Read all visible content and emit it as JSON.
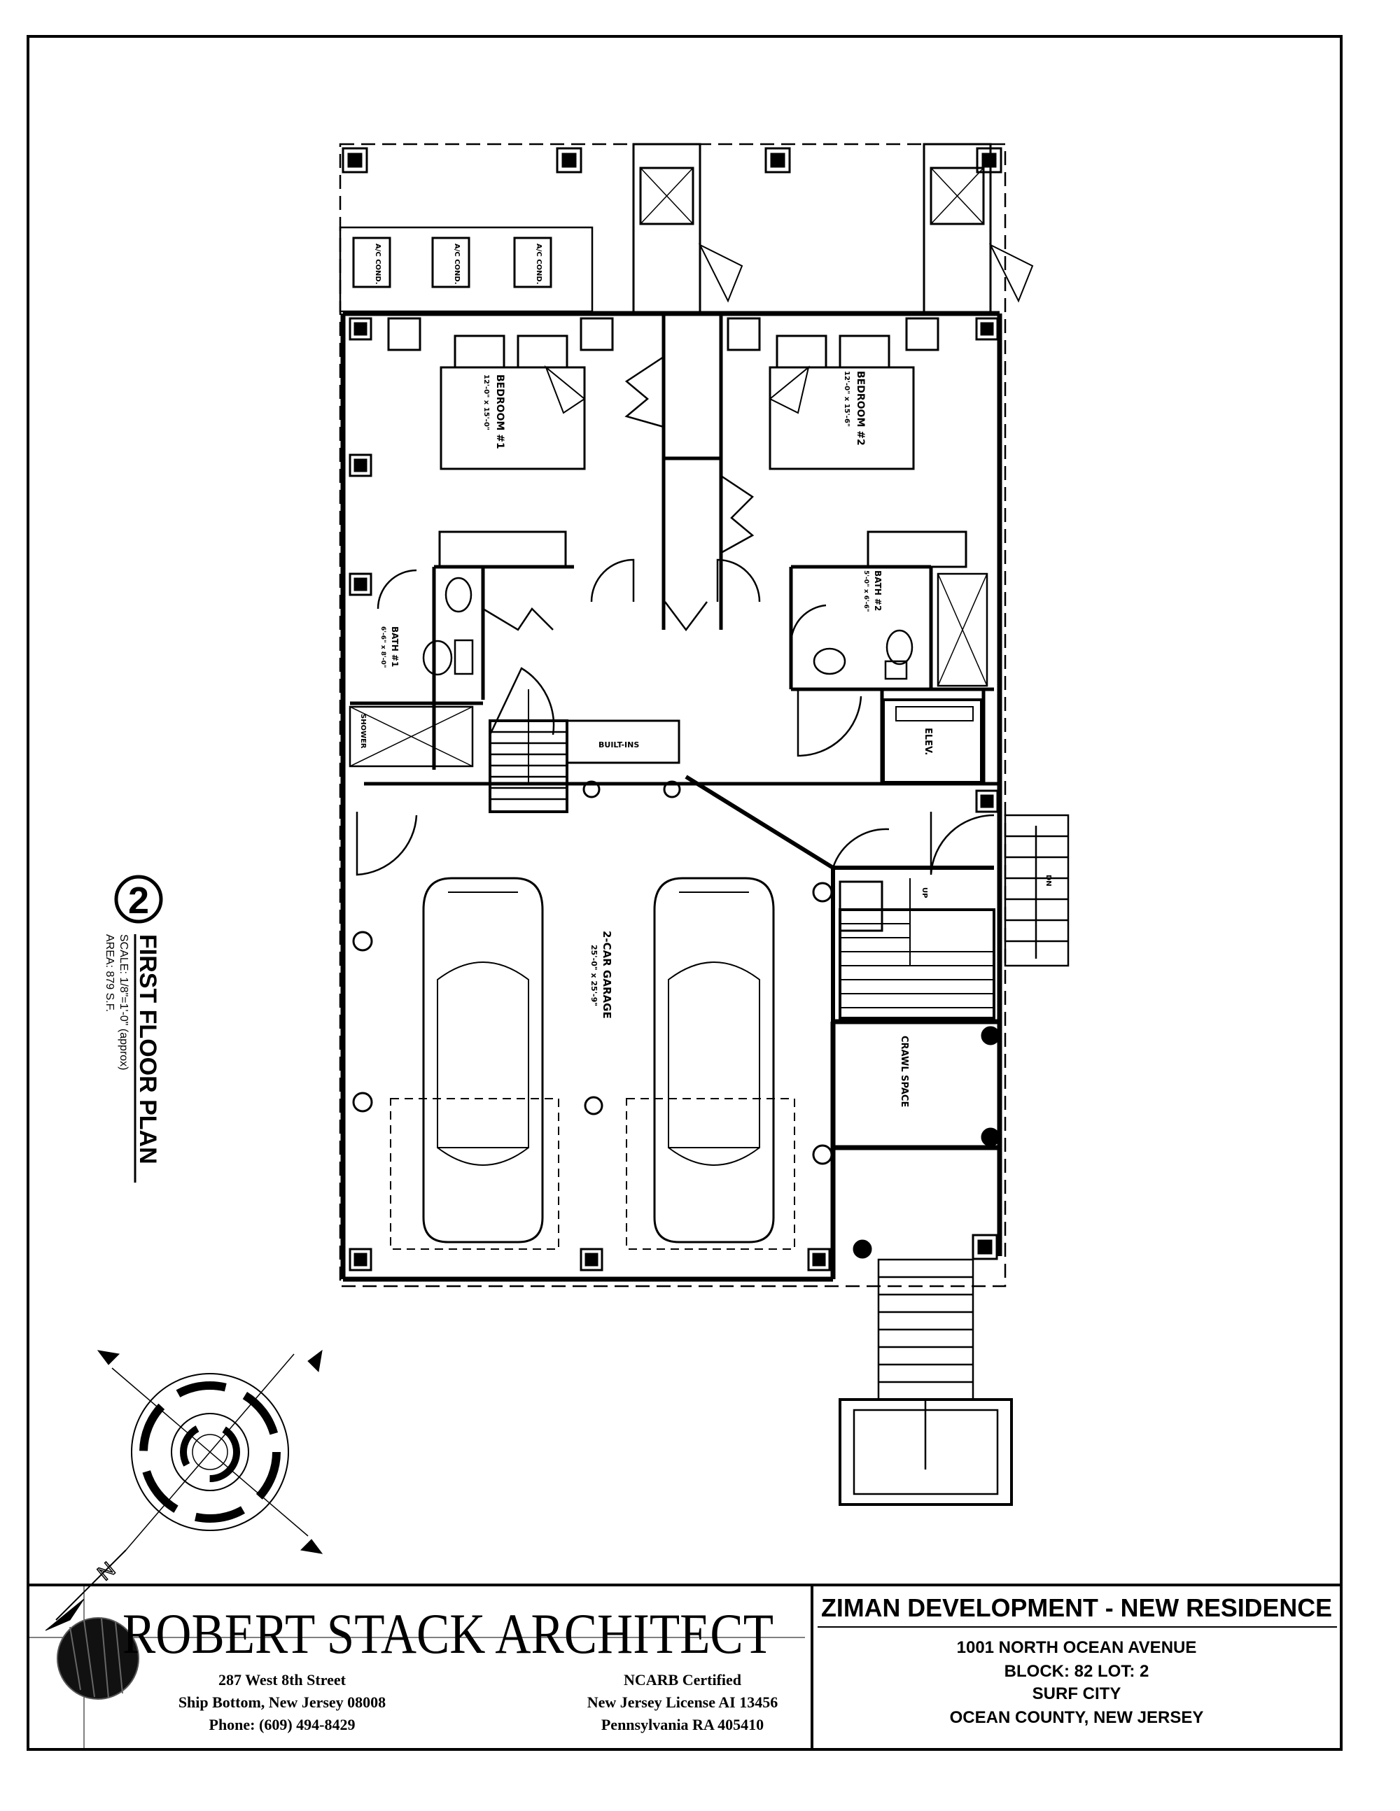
{
  "plan": {
    "drawing_number": "2",
    "title": "FIRST FLOOR PLAN",
    "scale": "SCALE: 1/8\"=1'-0\" (approx)",
    "area": "AREA: 879 S.F."
  },
  "rooms": {
    "bedroom1": "BEDROOM #1",
    "bedroom1_size": "12'-0\" x 15'-0\"",
    "bedroom2": "BEDROOM #2",
    "bedroom2_size": "12'-0\" x 15'-6\"",
    "bath1": "BATH #1",
    "bath1_size": "6'-6\" x 8'-0\"",
    "bath2": "BATH #2",
    "bath2_size": "5'-0\" x 6'-6\"",
    "garage": "2-CAR GARAGE",
    "garage_size": "25'-0\" x 25'-9\"",
    "crawl_space": "CRAWL SPACE",
    "elev": "ELEV.",
    "built_ins": "BUILT-INS",
    "ac_cond": "A/C COND.",
    "shower": "SHOWER",
    "up": "UP",
    "dn": "DN"
  },
  "title_block": {
    "architect": "ROBERT STACK ARCHITECT",
    "address_line1": "287 West 8th Street",
    "address_line2": "Ship Bottom, New Jersey 08008",
    "phone": "Phone: (609) 494-8429",
    "cert_line1": "NCARB Certified",
    "cert_line2": "New Jersey License AI 13456",
    "cert_line3": "Pennsylvania RA 405410",
    "project": "ZIMAN DEVELOPMENT - NEW RESIDENCE",
    "site_line1": "1001 NORTH OCEAN AVENUE",
    "site_line2": "BLOCK: 82  LOT: 2",
    "site_line3": "SURF CITY",
    "site_line4": "OCEAN COUNTY, NEW JERSEY"
  },
  "compass": {
    "north": "N"
  }
}
